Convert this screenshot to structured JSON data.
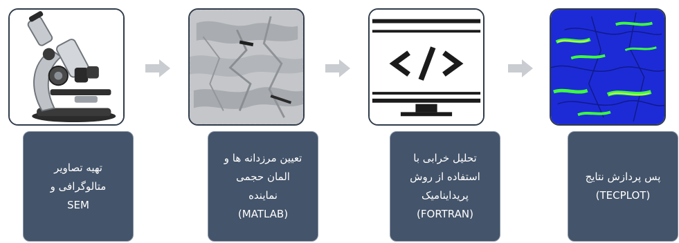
{
  "steps": [
    {
      "icon": "microscope-icon",
      "lines": [
        "تهیه تصاویر",
        "متالوگرافی و",
        "SEM"
      ]
    },
    {
      "icon": "micrograph-icon",
      "lines": [
        "تعیین مرزدانه ها و",
        "المان حجمی",
        "نماینده",
        "(MATLAB)"
      ]
    },
    {
      "icon": "code-monitor-icon",
      "lines": [
        "تحلیل خرابی با",
        "استفاده از روش",
        "پریداینامیک",
        "(FORTRAN)"
      ]
    },
    {
      "icon": "damage-contour-icon",
      "lines": [
        "پس پردازش نتایج",
        "(TECPLOT)"
      ]
    }
  ],
  "colors": {
    "caption_box": "#44546a",
    "arrow": "#c9ccd0",
    "frame": "#2f3b4a",
    "contour_blue": "#1d2bd6",
    "contour_green": "#3cff3c"
  }
}
